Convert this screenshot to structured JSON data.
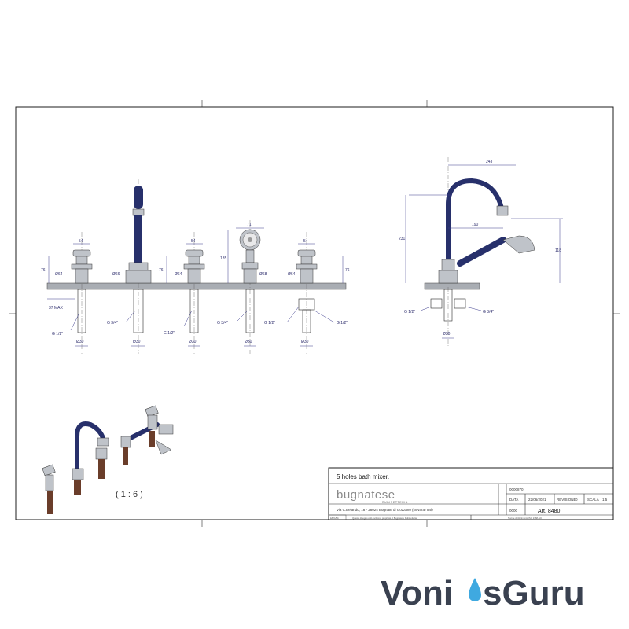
{
  "drawing": {
    "dims_front": {
      "w54a": "54",
      "w54b": "54",
      "w54c": "54",
      "h76a": "76",
      "h76b": "76",
      "h76c": "76",
      "d64a": "Ø64",
      "d64b": "Ø64",
      "d64c": "Ø64",
      "d66": "Ø66",
      "d68": "Ø68",
      "w71": "71",
      "h135": "135",
      "h37": "37 MAX",
      "g12a": "G 1/2\"",
      "g34a": "G 3/4\"",
      "g12b": "G 1/2\"",
      "g34b": "G 3/4\"",
      "g12c": "G 1/2\"",
      "g12d": "G 1/2\"",
      "d30a": "Ø30",
      "d30b": "Ø30",
      "d30c": "Ø30",
      "d30d": "Ø30",
      "d30e": "Ø30"
    },
    "dims_side": {
      "w243": "243",
      "h231": "231",
      "w190": "190",
      "h118": "118",
      "g12": "G 1/2\"",
      "g34": "G 3/4\"",
      "d30": "Ø30"
    },
    "scale_label": "( 1 : 6 )"
  },
  "title_block": {
    "title": "5 holes bath mixer.",
    "brand": "bugnatese",
    "brand_sub": "RUBINETTERIA",
    "address": "Via C.Belando, 18 - 28024 Bugnate di Gozzano (Novara) Italy",
    "code_field": "0000",
    "article": "Art. 8480",
    "ref": "0000870",
    "date_label": "DATA",
    "date_value": "22/06/2021",
    "rev_label": "REVISIONE",
    "rev_value": "0",
    "scale_field_label": "SCALA",
    "scale_field_value": "1:5",
    "small_note_left": "Questo disegno è di esclusiva proprietà di Bugnatese Rubinetteria",
    "small_note_right": "Norme di riferimento ISO 2768-mK",
    "corner_code": "DIN A3"
  },
  "watermark": {
    "part1": "Voni",
    "part2": "sGuru",
    "color1": "#3a4150",
    "drop_color": "#3fa9e0"
  }
}
